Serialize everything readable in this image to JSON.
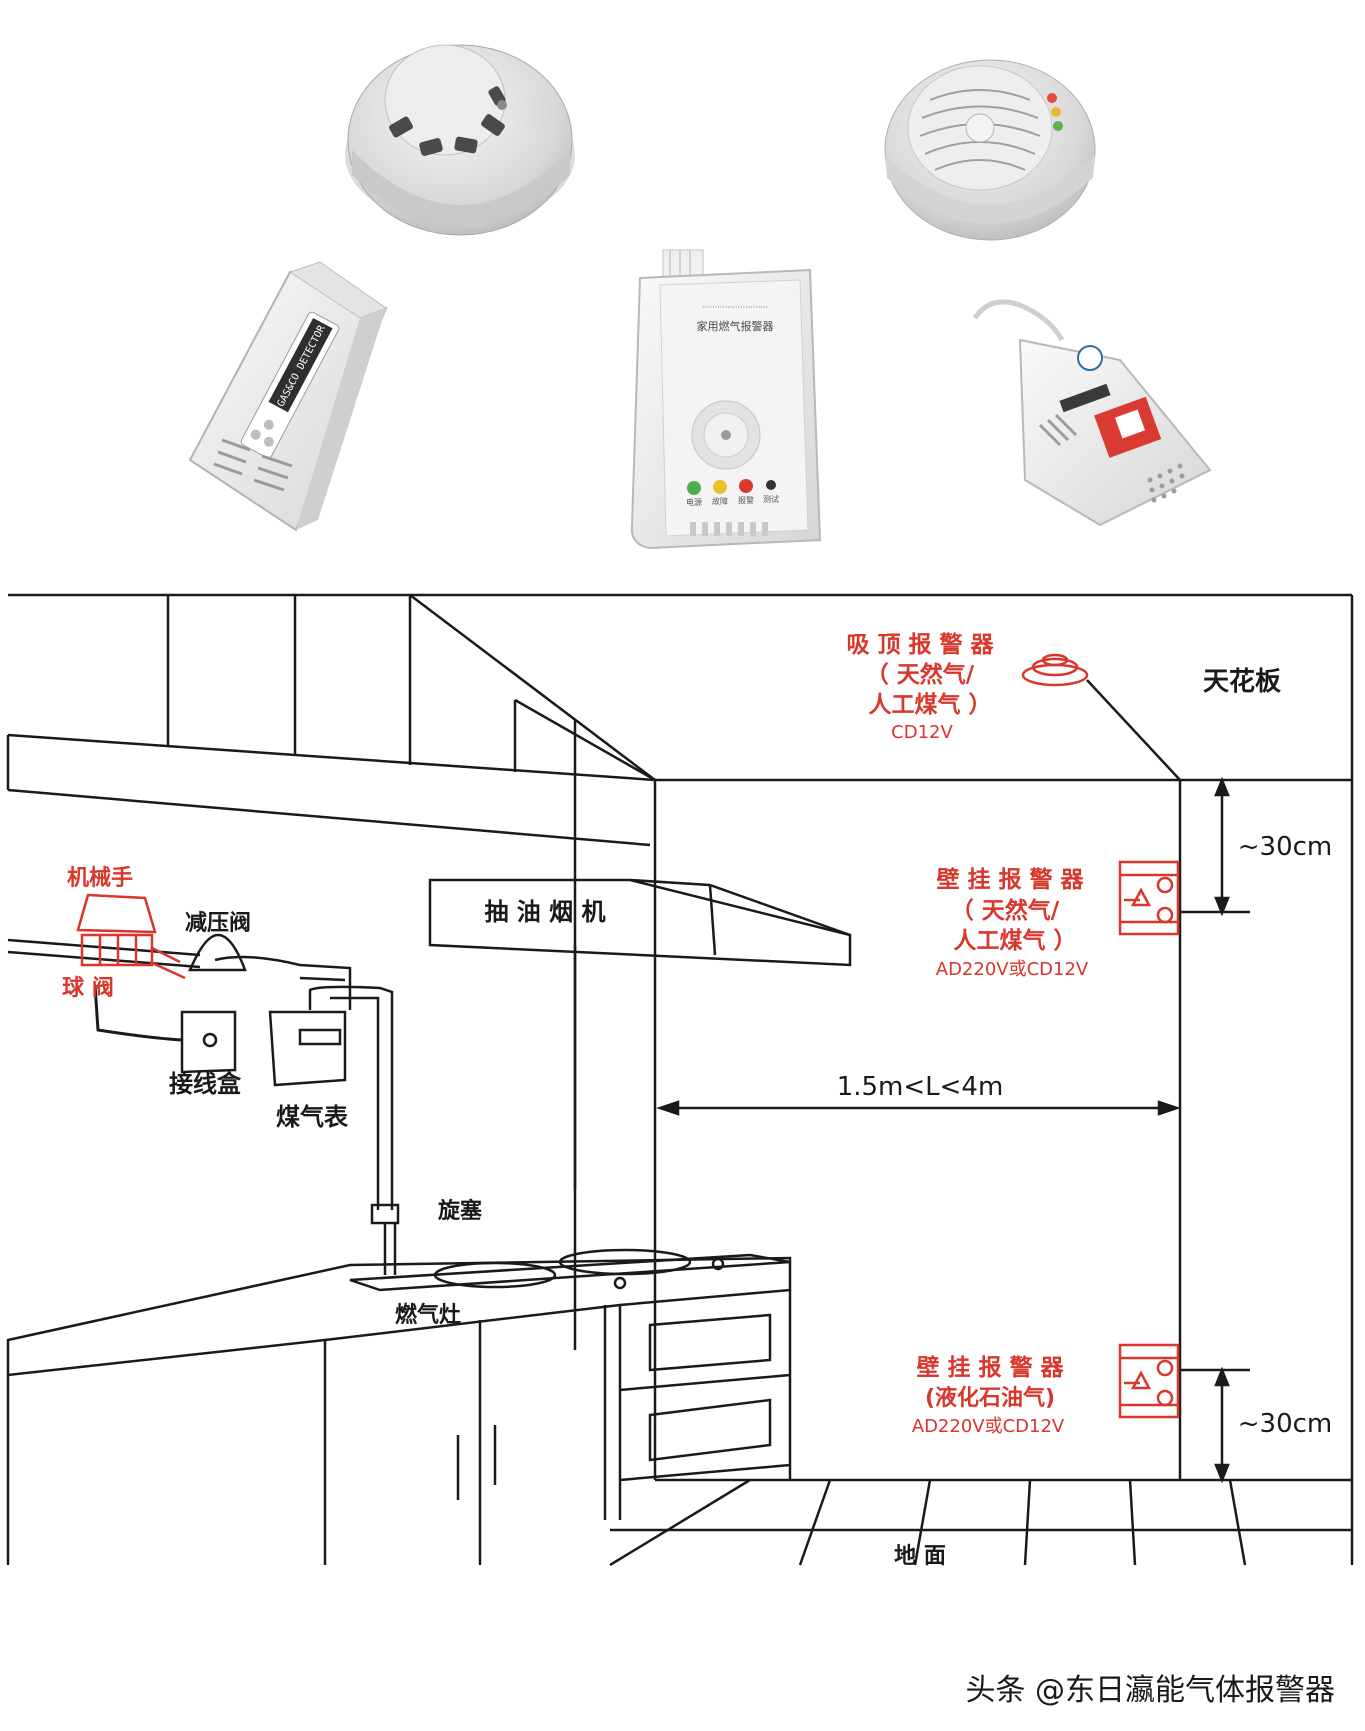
{
  "colors": {
    "label_red": "#d9362c",
    "line_black": "#1a1a1a",
    "device_body": "#ececec",
    "background": "#ffffff"
  },
  "product_photos": [
    {
      "icon": "round-smoke-detector-icon"
    },
    {
      "icon": "round-ceiling-gas-detector-icon"
    },
    {
      "icon": "gas-co-detector-plugin-icon",
      "printed_text": "GAS&CO DETECTOR"
    },
    {
      "icon": "household-gas-alarm-icon",
      "printed_text": "家用燃气报警器",
      "buttons": [
        "电源",
        "故障",
        "报警",
        "测试"
      ]
    },
    {
      "icon": "corded-gas-detector-icon"
    }
  ],
  "diagram": {
    "ceiling_alarm": {
      "title": "吸 顶 报 警 器",
      "line2": "（ 天然气/",
      "line3": "人工煤气 ）",
      "power": "CD12V"
    },
    "ceiling_label": "天花板",
    "top_distance": "~30cm",
    "wall_alarm_upper": {
      "title": "壁 挂 报 警 器",
      "line2": "（ 天然气/",
      "line3": "人工煤气 ）",
      "power": "AD220V或CD12V"
    },
    "hood_label": "抽 油 烟 机",
    "distance_range": "1.5m<L<4m",
    "manipulator_label": "机械手",
    "pressure_valve_label": "减压阀",
    "ball_valve_label": "球 阀",
    "junction_box_label": "接线盒",
    "gas_meter_label": "煤气表",
    "plug_valve_label": "旋塞",
    "stove_label": "燃气灶",
    "wall_alarm_lower": {
      "title": "壁 挂 报 警 器",
      "line2": "(液化石油气)",
      "power": "AD220V或CD12V"
    },
    "bottom_distance": "~30cm",
    "floor_label": "地  面"
  },
  "watermark": "头条 @东日瀛能气体报警器"
}
